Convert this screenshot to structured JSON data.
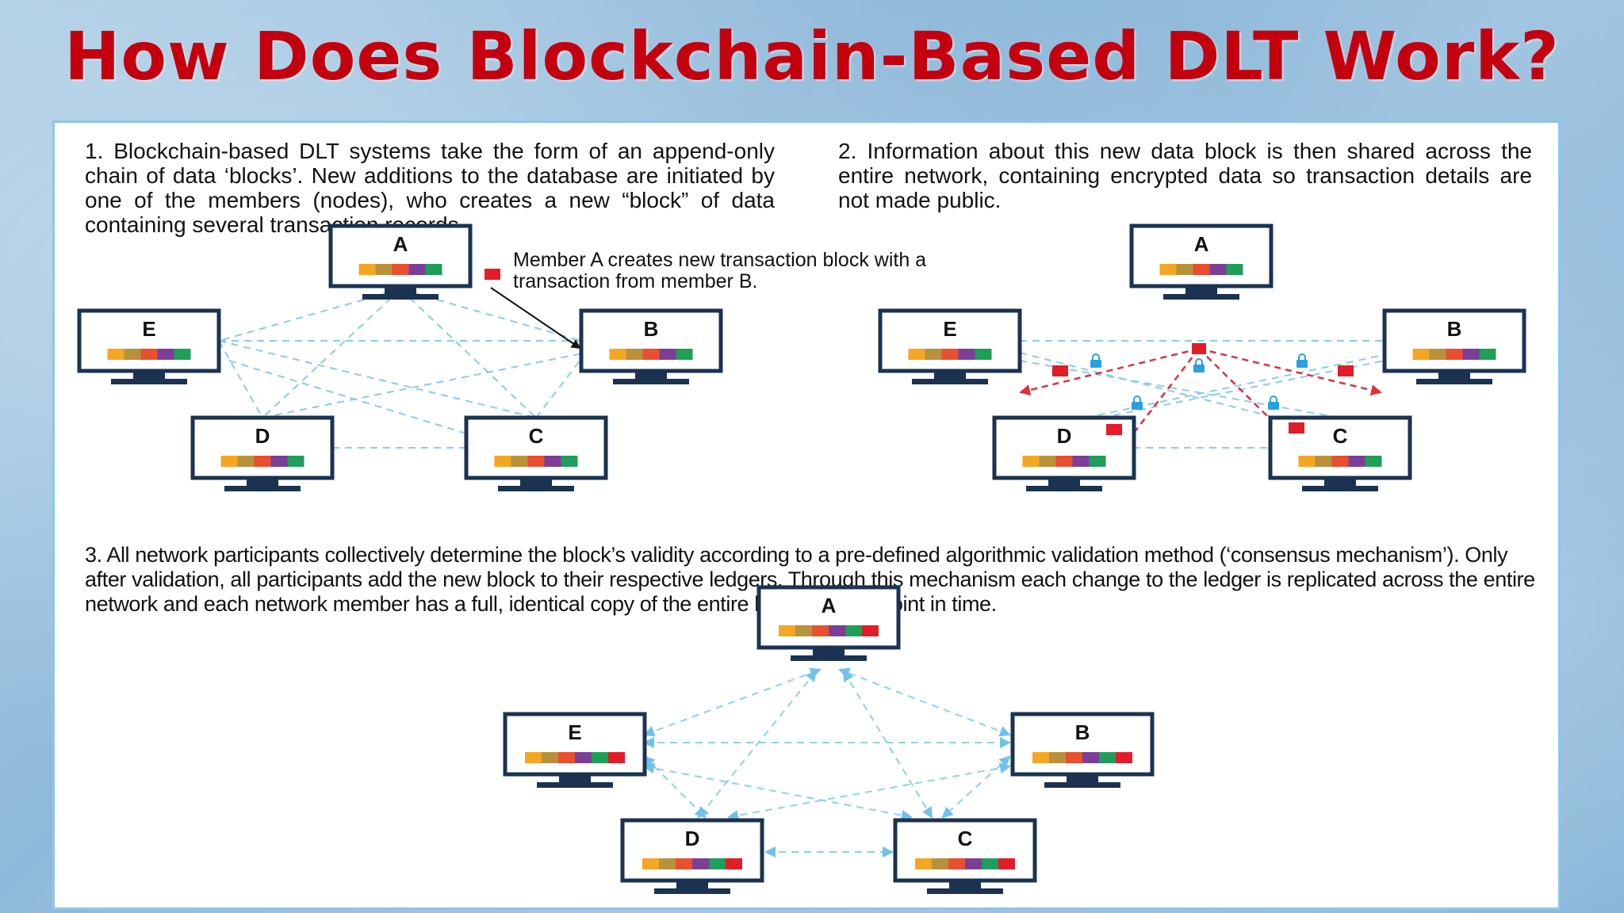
{
  "title": "How Does Blockchain-Based DLT Work?",
  "step1_text": "1. Blockchain-based DLT systems take the form of an append-only chain of data ‘blocks’. New additions to the database are initiated by one of the members (nodes), who creates a new “block” of data containing several transaction records.",
  "step2_text": "2. Information about this new data block is then shared across the entire network, containing encrypted data so transaction details are not made public.",
  "step3_text": "3. All network participants collectively determine the block’s validity according to a pre-defined algorithmic validation method (‘consensus mechanism’). Only after validation, all participants add the new block to their respective ledgers. Through this mechanism each change to the ledger is replicated across the entire network and each network member has a full, identical copy of the entire ledger at any point in time.",
  "annotation": "Member A creates new transaction block with a transaction from member B.",
  "nodes": [
    "A",
    "B",
    "C",
    "D",
    "E"
  ],
  "colors": {
    "title": "#c4000f",
    "monitor": "#1b3350",
    "link": "#8ccbe8",
    "broadcast": "#e0303a",
    "new_block": "#e11d2a",
    "lock": "#2aa0e0",
    "ledger": [
      "#f5a623",
      "#b8913a",
      "#e8502f",
      "#7b3f98",
      "#1f9e5a"
    ]
  },
  "icons": [
    "monitor-icon",
    "lock-icon",
    "block-icon",
    "arrow-icon"
  ]
}
